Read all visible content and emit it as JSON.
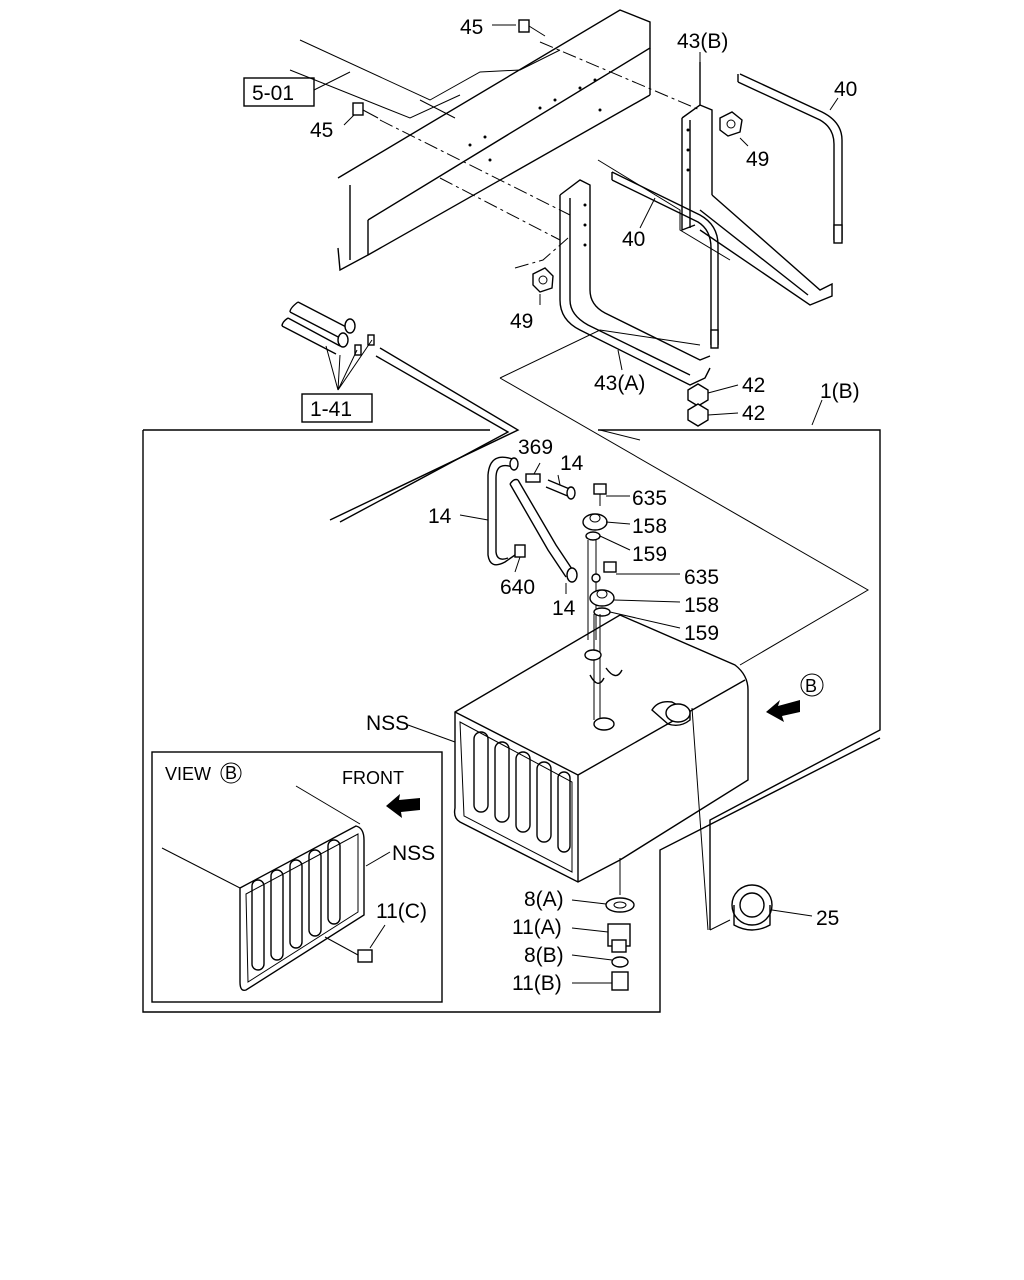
{
  "refs": {
    "r501": "5-01",
    "r141": "1-41"
  },
  "labels": {
    "p45a": "45",
    "p45b": "45",
    "p43b": "43(B)",
    "p40a": "40",
    "p40b": "40",
    "p49a": "49",
    "p49b": "49",
    "p43a": "43(A)",
    "p42a": "42",
    "p42b": "42",
    "p1b": "1(B)",
    "p369": "369",
    "p14a": "14",
    "p14b": "14",
    "p14c": "14",
    "p635a": "635",
    "p158a": "158",
    "p159a": "159",
    "p640": "640",
    "p635b": "635",
    "p158b": "158",
    "p159b": "159",
    "nss_main": "NSS",
    "view_b": "VIEW",
    "front": "FRONT",
    "nss_view": "NSS",
    "p11c": "11(C)",
    "p8a": "8(A)",
    "p11a": "11(A)",
    "p8b": "8(B)",
    "p11b": "11(B)",
    "p25": "25",
    "b_marker": "B"
  }
}
